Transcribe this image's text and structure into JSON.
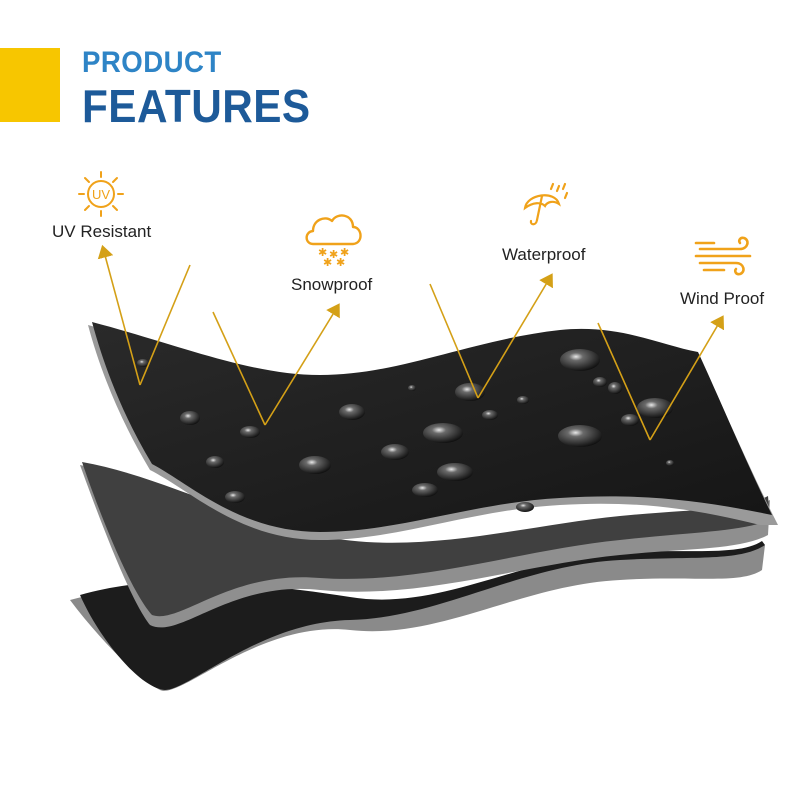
{
  "header": {
    "title_small": "PRODUCT",
    "title_big": "FEATURES"
  },
  "features": [
    {
      "label": "UV Resistant",
      "icon": "uv-sun-icon"
    },
    {
      "label": "Snowproof",
      "icon": "snow-cloud-icon"
    },
    {
      "label": "Waterproof",
      "icon": "umbrella-rain-icon"
    },
    {
      "label": "Wind Proof",
      "icon": "wind-icon"
    }
  ],
  "uv_icon_text": "UV",
  "colors": {
    "accent_yellow": "#f7c600",
    "heading_light_blue": "#2e84c6",
    "heading_dark_blue": "#1d5a99",
    "icon_orange": "#f0a21a",
    "arrow_gold": "#d4a017",
    "fabric_dark": "#1c1c1c",
    "fabric_grey": "#8a8a8a"
  }
}
